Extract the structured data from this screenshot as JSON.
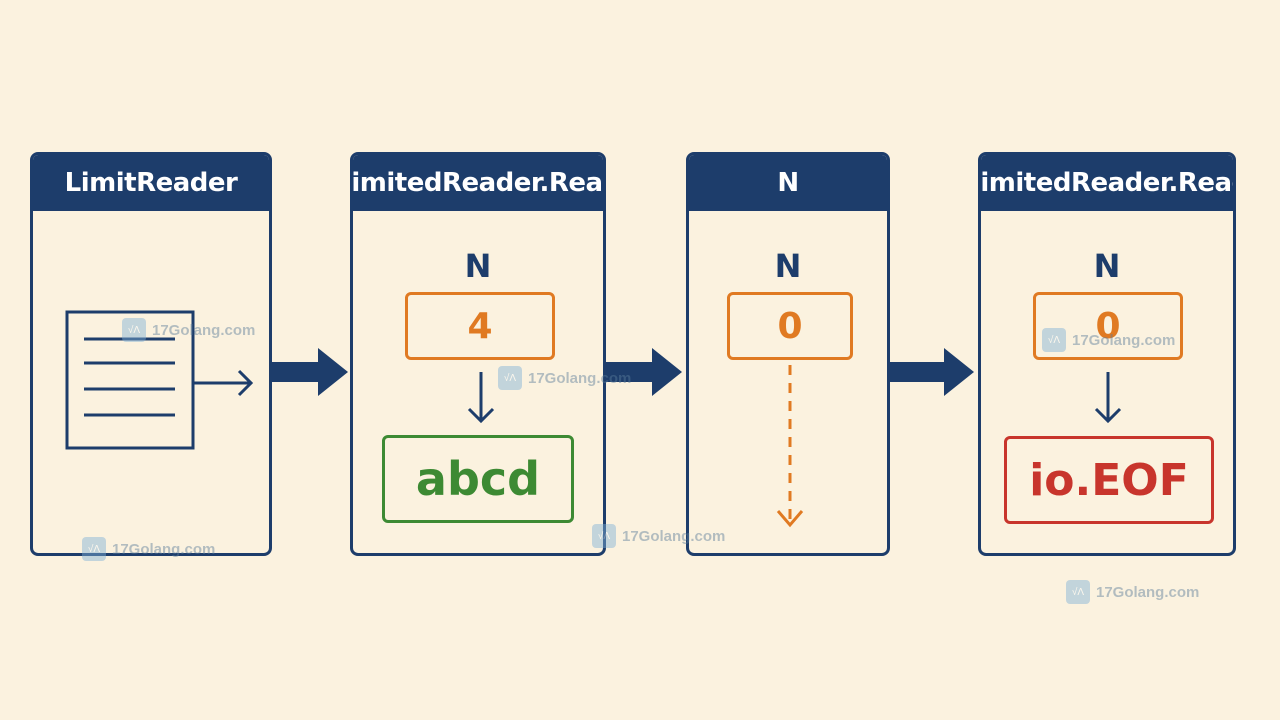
{
  "panels": [
    {
      "title": "LimitReader"
    },
    {
      "title": "LimitedReader.Read",
      "n_label": "N",
      "n_value": "4",
      "result": "abcd"
    },
    {
      "title": "N",
      "n_label": "N",
      "n_value": "0"
    },
    {
      "title": "LimitedReader.Read",
      "n_label": "N",
      "n_value": "0",
      "result": "io.EOF"
    }
  ],
  "watermark": {
    "text": "17Golang.com"
  },
  "colors": {
    "navy": "#1d3d6b",
    "orange": "#e07a22",
    "green": "#3d8a33",
    "red": "#c8352c",
    "background": "#fbf2df"
  }
}
